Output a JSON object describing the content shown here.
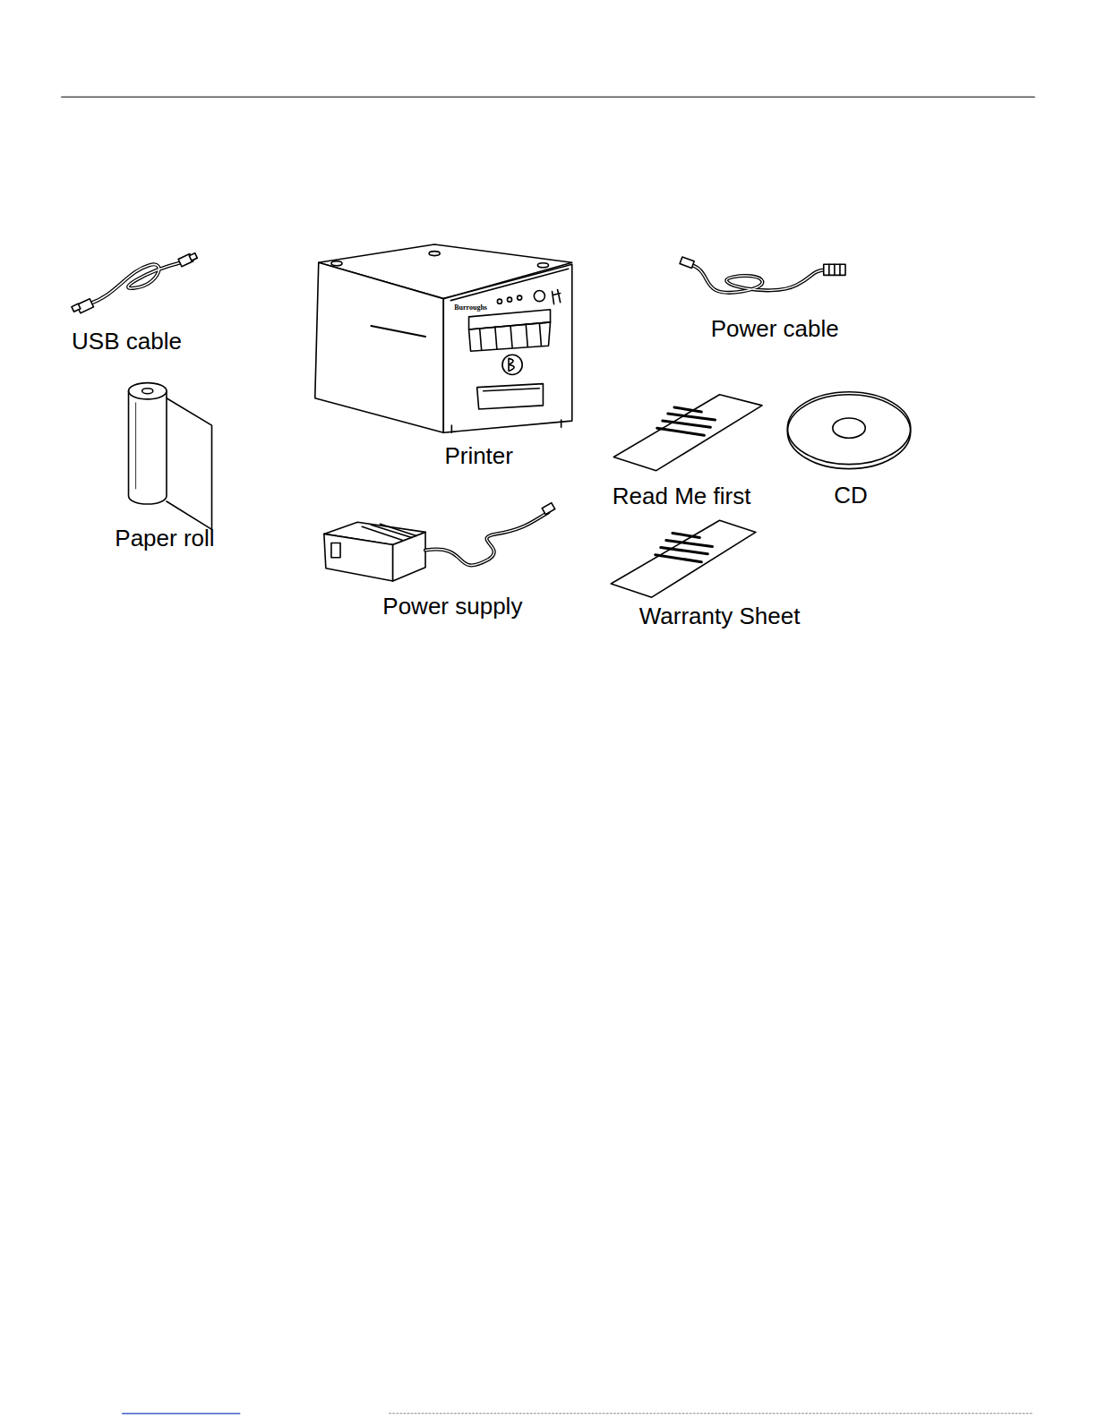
{
  "diagram": {
    "labels": [
      "USB cable",
      "Power cable",
      "Burroughs",
      "Printer",
      "Paper roll",
      "Read Me first",
      "CD",
      "Power supply",
      "Warranty Sheet"
    ]
  }
}
